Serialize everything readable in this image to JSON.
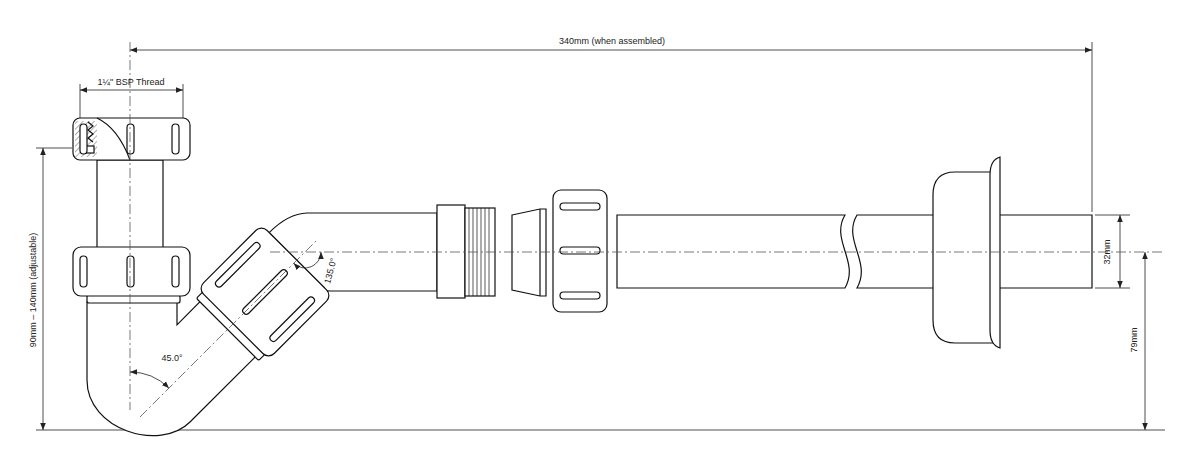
{
  "diagram": {
    "labels": [
      "340mm (when assembled)",
      "1¼\" BSP Thread",
      "90mm – 140mm (adjustable)",
      "135.0°",
      "45.0°",
      "32mm",
      "79mm"
    ]
  }
}
